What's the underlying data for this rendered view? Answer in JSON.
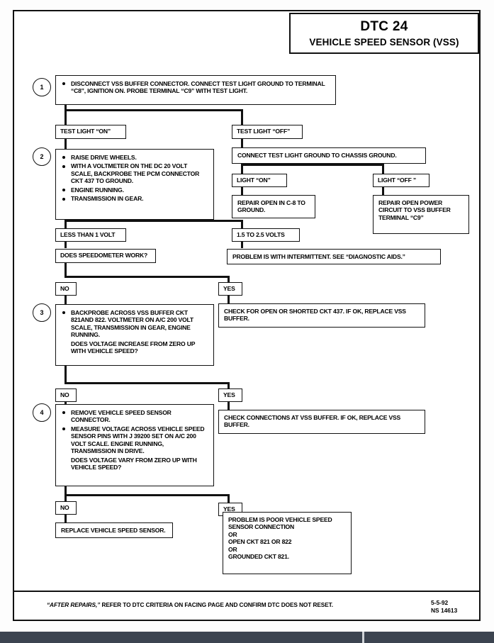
{
  "title": {
    "code": "DTC 24",
    "name": "VEHICLE SPEED SENSOR (VSS)"
  },
  "steps": {
    "one": "1",
    "two": "2",
    "three": "3",
    "four": "4"
  },
  "nodes": {
    "step1": {
      "bullets": [
        "DISCONNECT VSS BUFFER CONNECTOR. CONNECT TEST LIGHT GROUND TO TERMINAL “C8”, IGNITION ON. PROBE TERMINAL “C9”  WITH TEST LIGHT."
      ]
    },
    "test_light_on": "TEST LIGHT “ON”",
    "test_light_off": "TEST LIGHT “OFF”",
    "step2": {
      "bullets": [
        "RAISE DRIVE WHEELS.",
        "WITH A VOLTMETER ON THE DC 20 VOLT SCALE, BACKPROBE THE PCM CONNECTOR CKT 437 TO GROUND.",
        "ENGINE RUNNING.",
        "TRANSMISSION IN GEAR."
      ]
    },
    "connect_chassis": "CONNECT TEST LIGHT GROUND TO CHASSIS GROUND.",
    "light_on": "LIGHT “ON”",
    "light_off": "LIGHT “OFF ”",
    "repair_open_c8": "REPAIR OPEN IN C-8 TO GROUND.",
    "repair_open_power": "REPAIR OPEN POWER CIRCUIT TO VSS BUFFER TERMINAL “C9”",
    "less_than_1_volt": "LESS THAN 1 VOLT",
    "volts_1_5_to_2_5": "1.5 TO 2.5 VOLTS",
    "does_speedometer_work": "DOES SPEEDOMETER WORK?",
    "problem_intermittent": "PROBLEM IS WITH INTERMITTENT. SEE “DIAGNOSTIC AIDS.”",
    "no_1": "NO",
    "yes_1": "YES",
    "step3": {
      "bullets": [
        "BACKPROBE ACROSS VSS BUFFER CKT 821AND 822. VOLTMETER ON A/C 200 VOLT SCALE, TRANSMISSION IN GEAR, ENGINE RUNNING.",
        "DOES VOLTAGE INCREASE FROM ZERO UP WITH VEHICLE SPEED?"
      ]
    },
    "check_ckt437": "CHECK FOR OPEN OR SHORTED CKT 437. IF OK, REPLACE VSS BUFFER.",
    "no_2": "NO",
    "yes_2": "YES",
    "step4": {
      "bullets": [
        "REMOVE VEHICLE SPEED SENSOR CONNECTOR.",
        "MEASURE VOLTAGE ACROSS VEHICLE SPEED SENSOR PINS WITH J 39200 SET ON A/C 200 VOLT SCALE. ENGINE RUNNING, TRANSMISSION IN DRIVE.",
        "DOES VOLTAGE VARY FROM ZERO UP WITH VEHICLE SPEED?"
      ]
    },
    "check_connections": "CHECK CONNECTIONS AT VSS BUFFER. IF OK, REPLACE VSS BUFFER.",
    "no_3": "NO",
    "yes_3": "YES",
    "replace_vss": "REPLACE VEHICLE SPEED SENSOR.",
    "problem_poor": [
      "PROBLEM IS POOR VEHICLE SPEED",
      "SENSOR CONNECTION",
      "OR",
      "OPEN CKT 821 OR 822",
      "OR",
      "GROUNDED CKT 821."
    ]
  },
  "footer": {
    "emphasis": "“AFTER REPAIRS,”",
    "text": " REFER TO DTC CRITERIA ON FACING PAGE AND CONFIRM DTC DOES NOT RESET.",
    "date": "5-5-92",
    "doc_id": "NS 14613"
  },
  "colors": {
    "ink": "#111111",
    "paper": "#ffffff",
    "chrome": "#3c4450"
  }
}
